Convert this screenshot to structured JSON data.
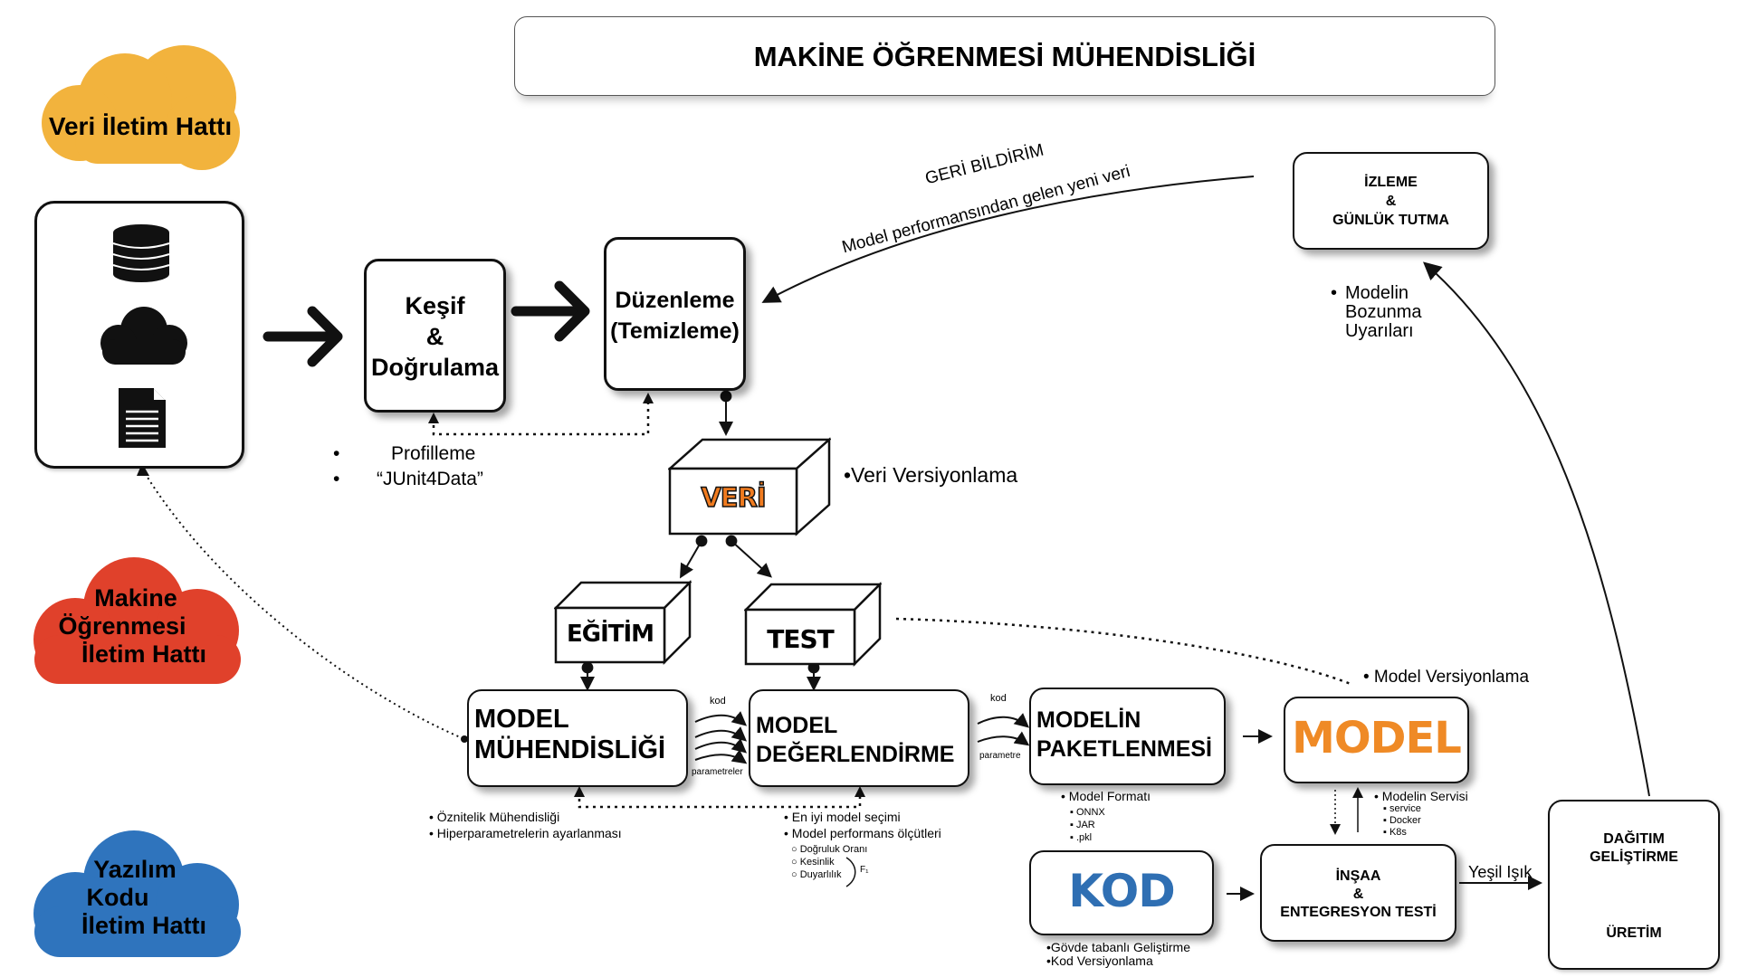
{
  "title": "MAKİNE ÖĞRENMESİ MÜHENDİSLİĞİ",
  "clouds": {
    "data": "Veri İletim Hattı",
    "ml": [
      "Makine",
      "Öğrenmesi",
      "İletim Hattı"
    ],
    "code": [
      "Yazılım",
      "Kodu",
      "İletim Hattı"
    ]
  },
  "icons": [
    "database-icon",
    "cloud-icon",
    "document-icon"
  ],
  "stages": {
    "explore": [
      "Keşif",
      "&",
      "Doğrulama"
    ],
    "clean": [
      "Düzenleme",
      "(Temizleme)"
    ],
    "explore_notes": [
      "Profilleme",
      "“JUnit4Data”"
    ],
    "feedback": [
      "GERİ BİLDİRİM",
      "Model performansından gelen yeni veri"
    ],
    "monitor": [
      "İZLEME",
      "&",
      "GÜNLÜK TUTMA"
    ],
    "monitor_note": "Modelin Bozunma Uyarıları",
    "data_cube": "VERİ",
    "data_version": "•Veri Versiyonlama",
    "train_cube": "EĞİTİM",
    "test_cube": "TEST",
    "model_version": "• Model Versiyonlama",
    "model_eng": [
      "MODEL",
      "MÜHENDİSLİĞİ"
    ],
    "model_eval": [
      "MODEL",
      "DEĞERLENDİRME"
    ],
    "model_pack": [
      "MODELİN",
      "PAKETLENMESİ"
    ],
    "model_big": "MODEL",
    "code_big": "KOD",
    "build": [
      "İNŞAA",
      "&",
      "ENTEGRESYON TESTİ"
    ],
    "deploy": [
      "DAĞITIM",
      "GELİŞTİRME",
      "ÜRETİM"
    ],
    "green_light": "Yeşil Işık",
    "kod1": "kod",
    "param1": "parametreler",
    "kod2": "kod",
    "param2": "parametre"
  },
  "notes": {
    "eng": [
      "Öznitelik Mühendisliği",
      "Hiperparametrelerin ayarlanması"
    ],
    "eval": [
      "En iyi model seçimi",
      "Model performans ölçütleri"
    ],
    "eval_sub": [
      "Doğruluk Oranı",
      "Kesinlik",
      "Duyarlılık"
    ],
    "f1": "F₁",
    "format_title": "Model Formatı",
    "formats": [
      "ONNX",
      "JAR",
      ".pkl"
    ],
    "serve_title": "Modelin Servisi",
    "serve": [
      "service",
      "Docker",
      "K8s"
    ],
    "code_notes": [
      "Gövde tabanlı Geliştirme",
      "Kod Versiyonlama"
    ]
  },
  "colors": {
    "data_cloud": "#f2b33d",
    "ml_cloud": "#e0412b",
    "code_cloud": "#2f74bd",
    "model_gradient_start": "#f7a23a",
    "model_gradient_end": "#e87a1f",
    "kod_blue": "#2f6fb3",
    "veri_orange": "#f07b1f"
  }
}
